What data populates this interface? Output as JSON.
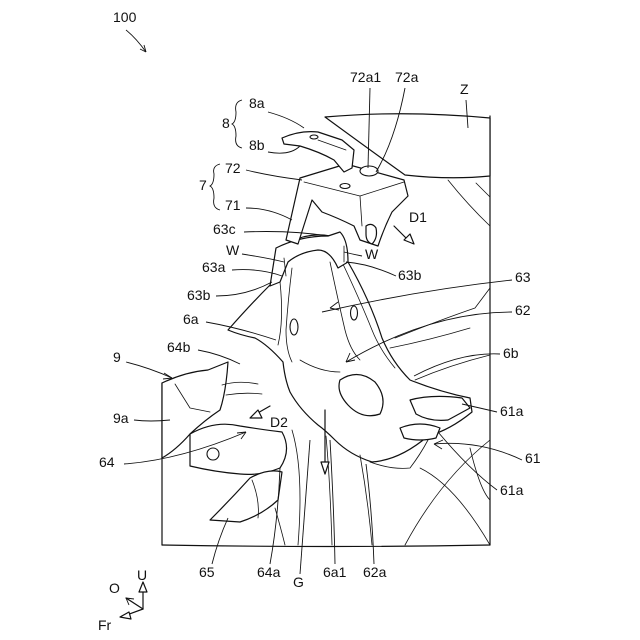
{
  "figure_number": "100",
  "labels": {
    "8a": "8a",
    "8": "8",
    "8b": "8b",
    "7": "7",
    "72": "72",
    "71": "71",
    "72a1": "72a1",
    "72a": "72a",
    "Z": "Z",
    "63c": "63c",
    "W_left": "W",
    "W_right": "W",
    "63a": "63a",
    "63b_left": "63b",
    "63b_right": "63b",
    "D1": "D1",
    "63": "63",
    "62": "62",
    "6a": "6a",
    "64b": "64b",
    "6b": "6b",
    "9": "9",
    "9a": "9a",
    "D2": "D2",
    "61a_top": "61a",
    "61": "61",
    "61a_bottom": "61a",
    "64": "64",
    "65": "65",
    "64a": "64a",
    "G": "G",
    "6a1": "6a1",
    "62a": "62a"
  },
  "axes": {
    "up": "U",
    "out": "O",
    "front": "Fr"
  },
  "colors": {
    "line": "#111111",
    "background": "#ffffff"
  }
}
